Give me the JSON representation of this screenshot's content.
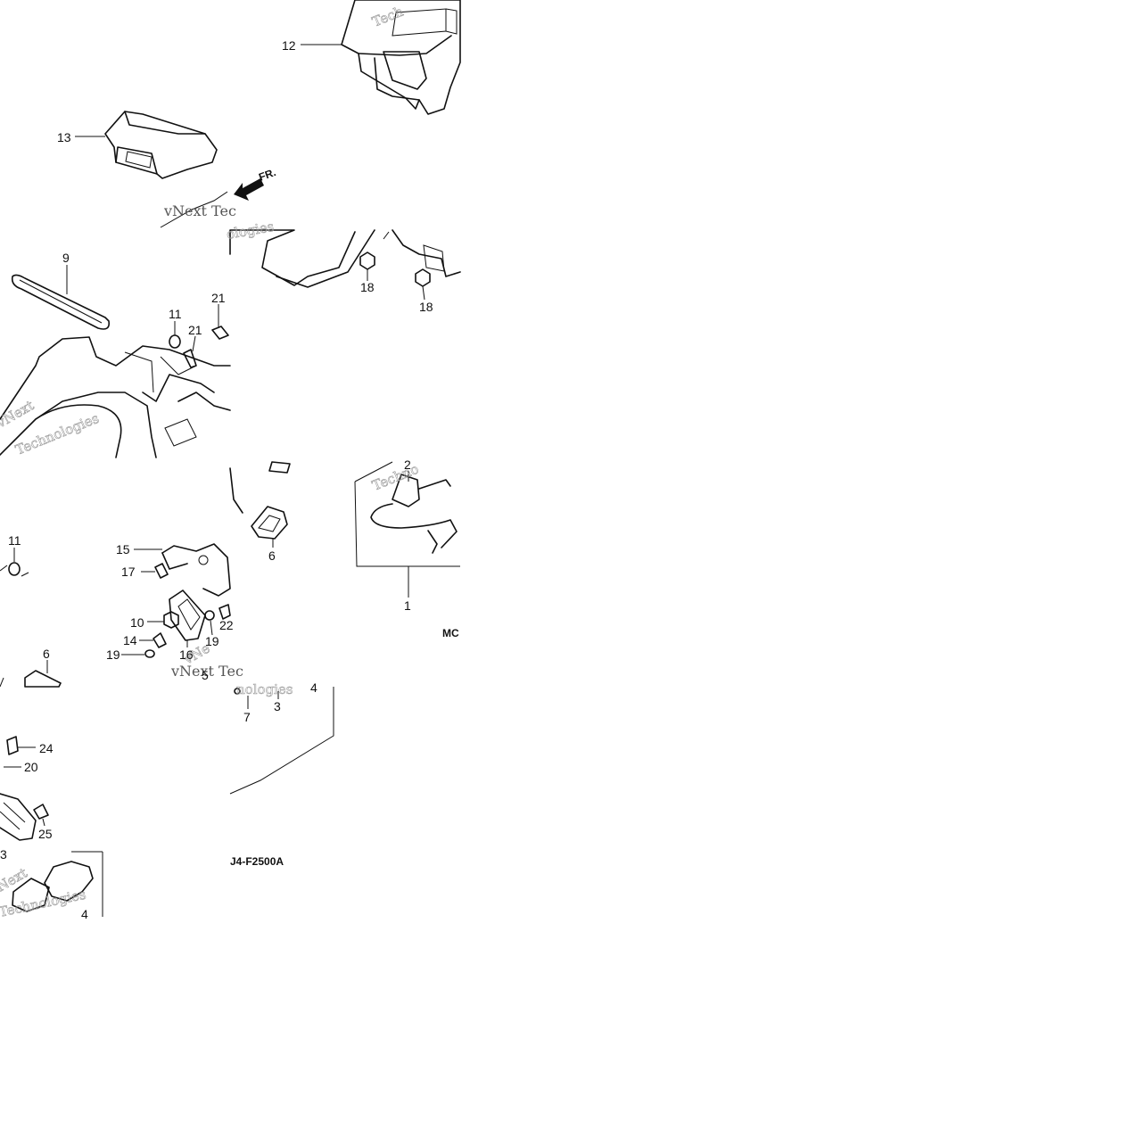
{
  "diagram": {
    "callouts": [
      {
        "id": "12",
        "label": "12"
      },
      {
        "id": "13",
        "label": "13"
      },
      {
        "id": "9",
        "label": "9"
      },
      {
        "id": "11a",
        "label": "11"
      },
      {
        "id": "21a",
        "label": "21"
      },
      {
        "id": "21b",
        "label": "21"
      },
      {
        "id": "18a",
        "label": "18"
      },
      {
        "id": "18b",
        "label": "18"
      },
      {
        "id": "2",
        "label": "2"
      },
      {
        "id": "6a",
        "label": "6"
      },
      {
        "id": "1",
        "label": "1"
      },
      {
        "id": "11b",
        "label": "11"
      },
      {
        "id": "15",
        "label": "15"
      },
      {
        "id": "17",
        "label": "17"
      },
      {
        "id": "10",
        "label": "10"
      },
      {
        "id": "14",
        "label": "14"
      },
      {
        "id": "16",
        "label": "16"
      },
      {
        "id": "19a",
        "label": "19"
      },
      {
        "id": "19b",
        "label": "19"
      },
      {
        "id": "22",
        "label": "22"
      },
      {
        "id": "6b",
        "label": "6"
      },
      {
        "id": "5",
        "label": "5"
      },
      {
        "id": "7",
        "label": "7"
      },
      {
        "id": "3a",
        "label": "3"
      },
      {
        "id": "4a",
        "label": "4"
      },
      {
        "id": "24",
        "label": "24"
      },
      {
        "id": "20",
        "label": "20"
      },
      {
        "id": "25",
        "label": "25"
      },
      {
        "id": "3b",
        "label": "3"
      },
      {
        "id": "4b",
        "label": "4"
      }
    ],
    "direction_label": "FR.",
    "figure_codes": {
      "mc": "MC",
      "ref": "J4-F2500A"
    },
    "watermarks": [
      "vNext",
      "Technologies",
      "Tech",
      "vNext Tec",
      "Techno",
      "Technologies"
    ]
  }
}
